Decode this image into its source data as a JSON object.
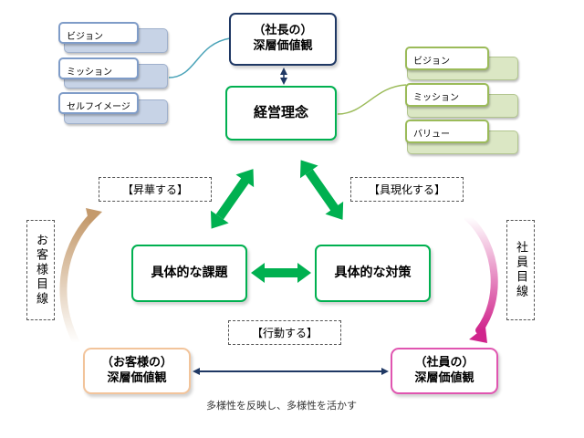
{
  "top_node": {
    "line1": "（社長の）",
    "line2": "深層価値観"
  },
  "center_node": {
    "label": "経営理念"
  },
  "left_cards": [
    "ビジョン",
    "ミッション",
    "セルフイメージ"
  ],
  "right_cards": [
    "ビジョン",
    "ミッション",
    "バリュー"
  ],
  "labels": {
    "sublimate": "【昇華する】",
    "embody": "【具現化する】",
    "act": "【行動する】",
    "customer_view": "お客様目線",
    "employee_view": "社員目線"
  },
  "issue_node": {
    "label": "具体的な課題"
  },
  "measure_node": {
    "label": "具体的な対策"
  },
  "customer_node": {
    "line1": "（お客様の）",
    "line2": "深層価値観"
  },
  "employee_node": {
    "line1": "（社員の）",
    "line2": "深層価値観"
  },
  "caption": "多様性を反映し、多様性を活かす",
  "colors": {
    "navy": "#1f3864",
    "green": "#00b050",
    "olive": "#9bbb59",
    "teal": "#4aa3b8",
    "tan": "#d8b48c",
    "magenta": "#d0258c"
  }
}
